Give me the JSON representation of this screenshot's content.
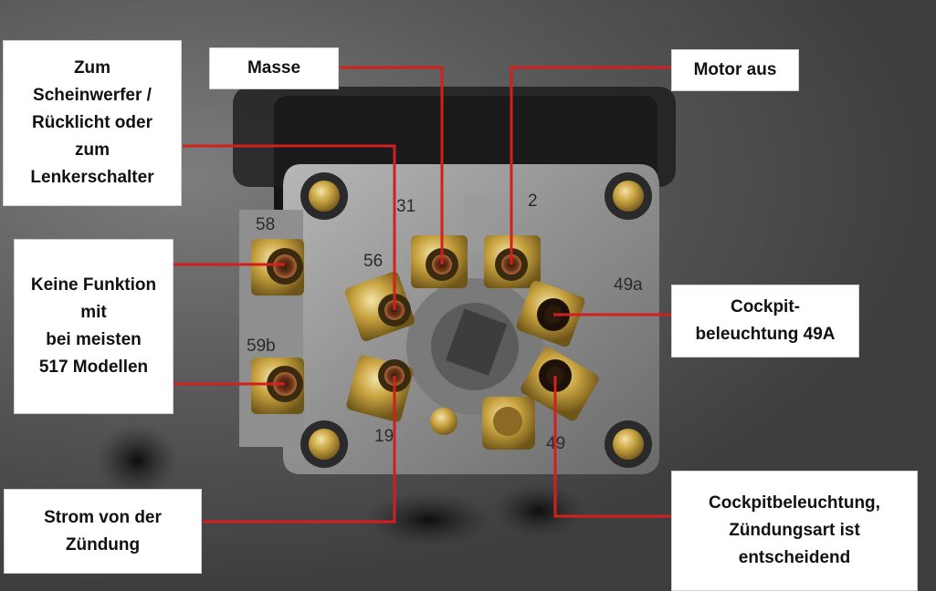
{
  "labels": {
    "masse": "Masse",
    "motor_aus": "Motor aus",
    "scheinwerfer": "Zum\nScheinwerfer /\nRücklicht oder\nzum\nLenkerschalter",
    "keine_funktion": "Keine Funktion\nmit\nbei meisten\n517 Modellen",
    "cockpit_49a": "Cockpit-\nbeleuchtung 49A",
    "strom": "Strom von der\nZündung",
    "cockpit_zuendung": "Cockpitbeleuchtung,\nZündungsart ist\nentscheidend"
  },
  "pin_numbers": {
    "p31": "31",
    "p56": "56",
    "p58": "58",
    "p59b": "59b",
    "p49a": "49a",
    "p2": "2",
    "p49": "49",
    "p19": "19"
  },
  "colors": {
    "leader": "#d41f1f",
    "label_bg": "#ffffff",
    "brass": "#c9a441"
  }
}
